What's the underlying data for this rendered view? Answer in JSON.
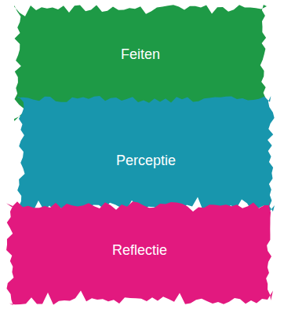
{
  "diagram": {
    "nodes": [
      {
        "text": [
          "Feiten"
        ]
      },
      {
        "text": [
          "Perceptie"
        ]
      },
      {
        "text": [
          "Reflectie"
        ]
      }
    ]
  }
}
